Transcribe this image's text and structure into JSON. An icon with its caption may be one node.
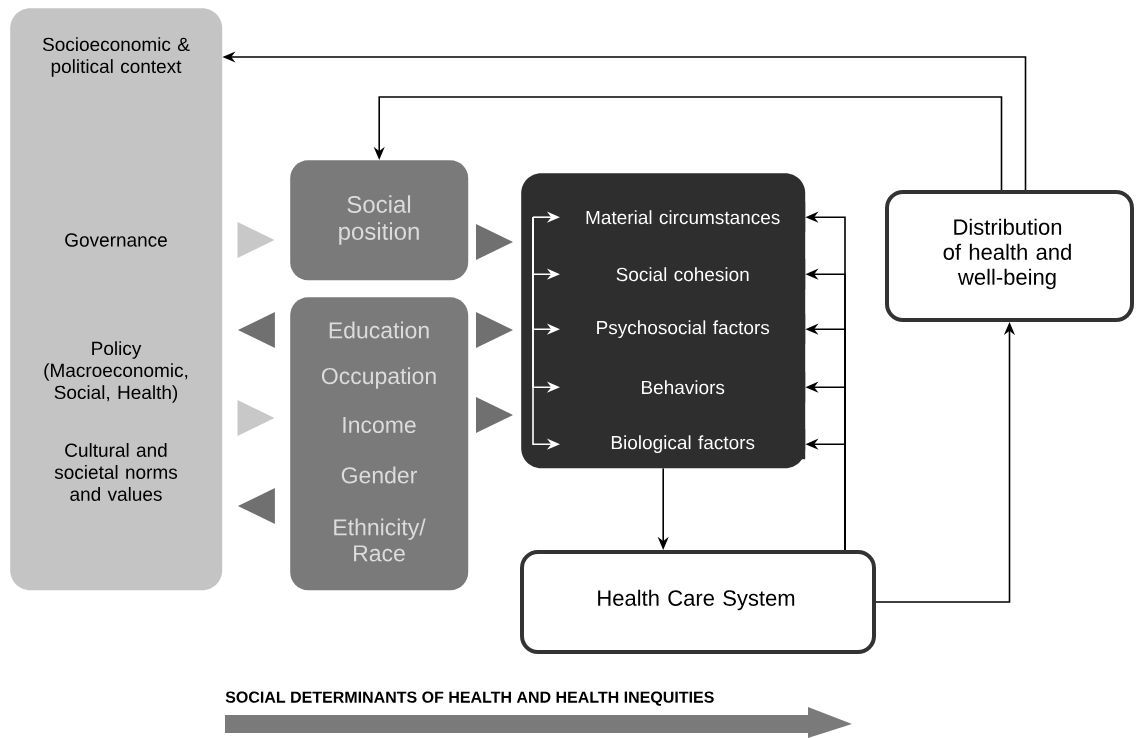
{
  "diagram": {
    "nodes": [
      {
        "text": [
          "Socioeconomic & political context",
          "Governance",
          "Policy (Macroeconomic, Social, Health)",
          "Cultural and societal norms and values"
        ]
      },
      {
        "text": [
          "Social position"
        ]
      },
      {
        "text": [
          "Education",
          "Occupation",
          "Income",
          "Gender",
          "Ethnicity/ Race"
        ]
      },
      {
        "text": [],
        "shape": "box"
      },
      {
        "text": [
          "Material circumstances"
        ],
        "in": 3
      },
      {
        "text": [
          "Social cohesion"
        ],
        "in": 3
      },
      {
        "text": [
          "Psychosocial factors"
        ],
        "in": 3
      },
      {
        "text": [
          "Behaviors"
        ],
        "in": 3
      },
      {
        "text": [
          "Biological factors"
        ],
        "in": 3
      },
      {
        "text": [
          "Distribution of health and well-being"
        ]
      },
      {
        "text": [
          "Health Care System"
        ]
      }
    ],
    "edges": [
      {
        "from": 0,
        "to": 1,
        "arrow": "to",
        "style": "thick",
        "color": "#c8c8c8"
      },
      {
        "from": 1,
        "to": 3,
        "arrow": "to",
        "style": "thick",
        "color": "#707070"
      },
      {
        "from": 2,
        "to": 0,
        "arrow": "to",
        "style": "thick",
        "color": "#707070"
      },
      {
        "from": 2,
        "to": 3,
        "arrow": "to",
        "style": "thick",
        "color": "#707070"
      },
      {
        "from": 0,
        "to": 2,
        "arrow": "to",
        "style": "thick",
        "color": "#c8c8c8"
      },
      {
        "from": 2,
        "to": 3,
        "arrow": "to",
        "style": "thick",
        "color": "#707070"
      },
      {
        "from": 2,
        "to": 0,
        "arrow": "to",
        "style": "thick",
        "color": "#707070"
      },
      {
        "from": null,
        "to": 4,
        "arrow": "to",
        "color": "#ffffff"
      },
      {
        "from": null,
        "to": 5,
        "arrow": "to",
        "color": "#ffffff"
      },
      {
        "from": null,
        "to": 6,
        "arrow": "to",
        "color": "#ffffff"
      },
      {
        "from": null,
        "to": 7,
        "arrow": "to",
        "color": "#ffffff"
      },
      {
        "from": null,
        "to": 8,
        "arrow": "to",
        "color": "#ffffff"
      },
      {
        "from": 3,
        "to": 10,
        "arrow": "to"
      },
      {
        "from": 10,
        "to": 4,
        "arrow": "to"
      },
      {
        "from": 10,
        "to": 5,
        "arrow": "to"
      },
      {
        "from": 10,
        "to": 6,
        "arrow": "to"
      },
      {
        "from": 10,
        "to": 7,
        "arrow": "to"
      },
      {
        "from": 10,
        "to": 8,
        "arrow": "to"
      },
      {
        "from": 10,
        "to": 9,
        "arrow": "to"
      },
      {
        "from": 9,
        "to": 0,
        "arrow": "to"
      },
      {
        "from": 9,
        "to": 1,
        "arrow": "to"
      }
    ],
    "labels": [
      "SOCIAL DETERMINANTS OF HEALTH AND HEALTH INEQUITIES"
    ]
  }
}
